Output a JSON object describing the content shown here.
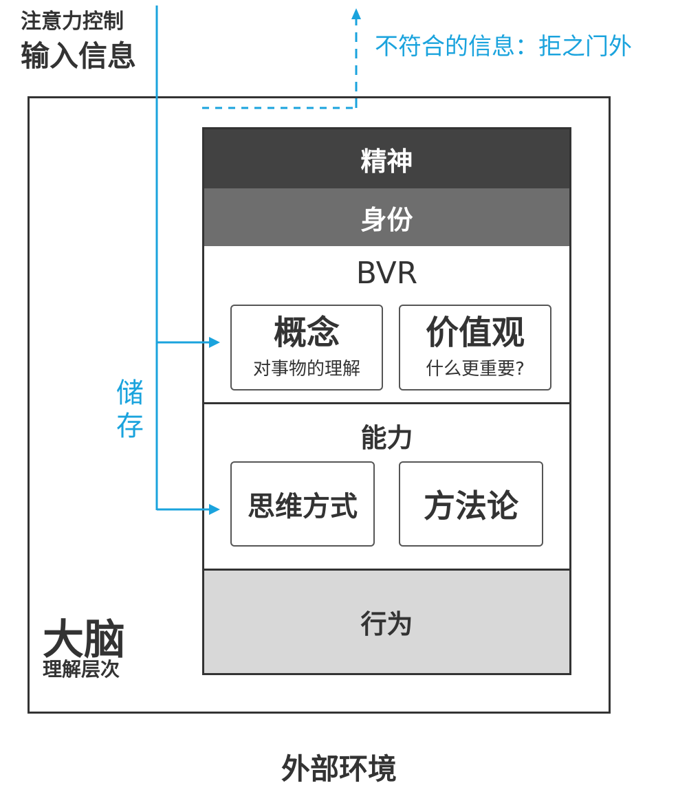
{
  "attention": {
    "line1": "注意力控制",
    "line2": "输入信息"
  },
  "reject_label": "不符合的信息：拒之门外",
  "store_label": "储存",
  "brain": {
    "title": "大脑",
    "subtitle": "理解层次"
  },
  "levels": {
    "spirit": "精神",
    "identity": "身份",
    "bvr": {
      "title": "BVR",
      "concept": {
        "title": "概念",
        "desc": "对事物的理解"
      },
      "values": {
        "title": "价值观",
        "desc": "什么更重要?"
      }
    },
    "ability": {
      "title": "能力",
      "thinking": "思维方式",
      "methodology": "方法论"
    },
    "behavior": "行为"
  },
  "environment": "外部环境",
  "colors": {
    "accent": "#1aa3dd",
    "dark": "#424242",
    "mid": "#6e6e6e",
    "light": "#d8d8d8",
    "line": "#333333"
  },
  "icons": [
    "arrow-right-icon",
    "arrow-up-icon"
  ]
}
